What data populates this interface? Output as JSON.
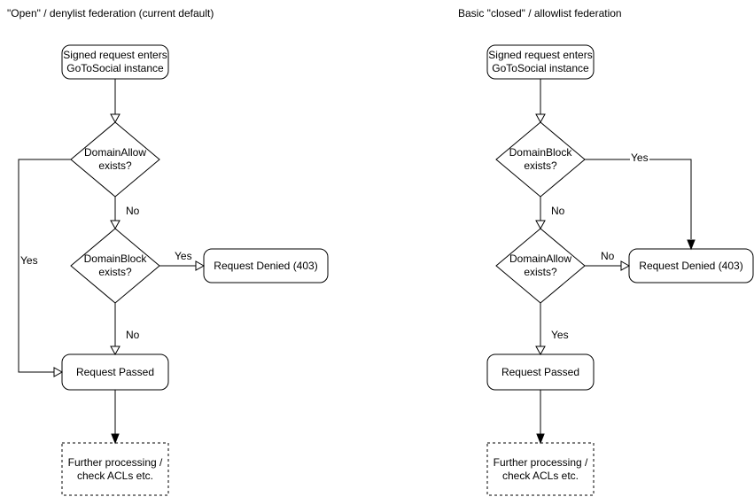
{
  "colors": {
    "stroke": "#000000",
    "text": "#000000",
    "background": "#ffffff"
  },
  "charts": [
    {
      "title": "\"Open\" / denylist federation (current default)",
      "nodes": {
        "start": [
          "Signed request enters",
          "GoToSocial instance"
        ],
        "decision1": [
          "DomainAllow",
          "exists?"
        ],
        "decision2": [
          "DomainBlock",
          "exists?"
        ],
        "denied": [
          "Request Denied (403)"
        ],
        "passed": [
          "Request Passed"
        ],
        "further": [
          "Further processing /",
          "check ACLs etc."
        ]
      },
      "edge_labels": {
        "decision1_yes": "Yes",
        "decision1_no": "No",
        "decision2_yes": "Yes",
        "decision2_no": "No"
      }
    },
    {
      "title": "Basic \"closed\" / allowlist federation",
      "nodes": {
        "start": [
          "Signed request enters",
          "GoToSocial instance"
        ],
        "decision1": [
          "DomainBlock",
          "exists?"
        ],
        "decision2": [
          "DomainAllow",
          "exists?"
        ],
        "denied": [
          "Request Denied (403)"
        ],
        "passed": [
          "Request Passed"
        ],
        "further": [
          "Further processing /",
          "check ACLs etc."
        ]
      },
      "edge_labels": {
        "decision1_yes": "Yes",
        "decision1_no": "No",
        "decision2_no": "No",
        "decision2_yes": "Yes"
      }
    }
  ]
}
